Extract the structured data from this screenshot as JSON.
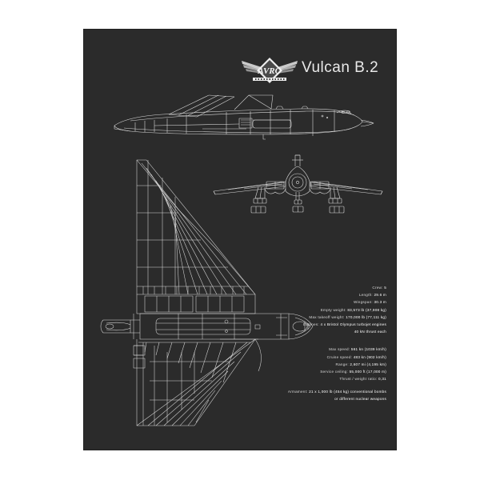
{
  "poster": {
    "background_color": "#2b2b2b",
    "line_color": "#d9d9d9",
    "paper_color": "#ffffff",
    "title": "Vulcan B.2",
    "brand_logo": "avro-winged-logo",
    "brand_name": "AVRO"
  },
  "drawings": [
    {
      "name": "side-view",
      "label": "Avro Vulcan B.2 side perspective view"
    },
    {
      "name": "front-view",
      "label": "Avro Vulcan B.2 front view with landing gear"
    },
    {
      "name": "plan-view",
      "label": "Avro Vulcan B.2 delta wing plan view"
    }
  ],
  "specs": {
    "group_general": [
      {
        "key": "Crew:",
        "value": "5"
      },
      {
        "key": "Length:",
        "value": "29.6 m"
      },
      {
        "key": "Wingspan:",
        "value": "30.3 m"
      },
      {
        "key": "Empty weight:",
        "value": "83,573 lb (37,908 kg)"
      },
      {
        "key": "Max takeoff weight:",
        "value": "170,000 lb (77,111 kg)"
      },
      {
        "key": "Engines:",
        "value": "4 x Bristol Olympus turbojet engines"
      },
      {
        "key": "",
        "value": "40 kN thrust each"
      }
    ],
    "group_performance": [
      {
        "key": "Max speed:",
        "value": "561 kn (1039 km/h)"
      },
      {
        "key": "Cruise speed:",
        "value": "483 kn (902 km/h)"
      },
      {
        "key": "Range:",
        "value": "2,607 mi (4,195 km)"
      },
      {
        "key": "Service ceiling:",
        "value": "55,000 ft (17,000 m)"
      },
      {
        "key": "Thrust / weight ratio:",
        "value": "0,31"
      }
    ],
    "armament": [
      {
        "key": "Armament:",
        "value": "21 x 1,000 lb (454 kg) conventional bombs"
      },
      {
        "key": "",
        "value": "or different nuclear weapons"
      }
    ]
  }
}
